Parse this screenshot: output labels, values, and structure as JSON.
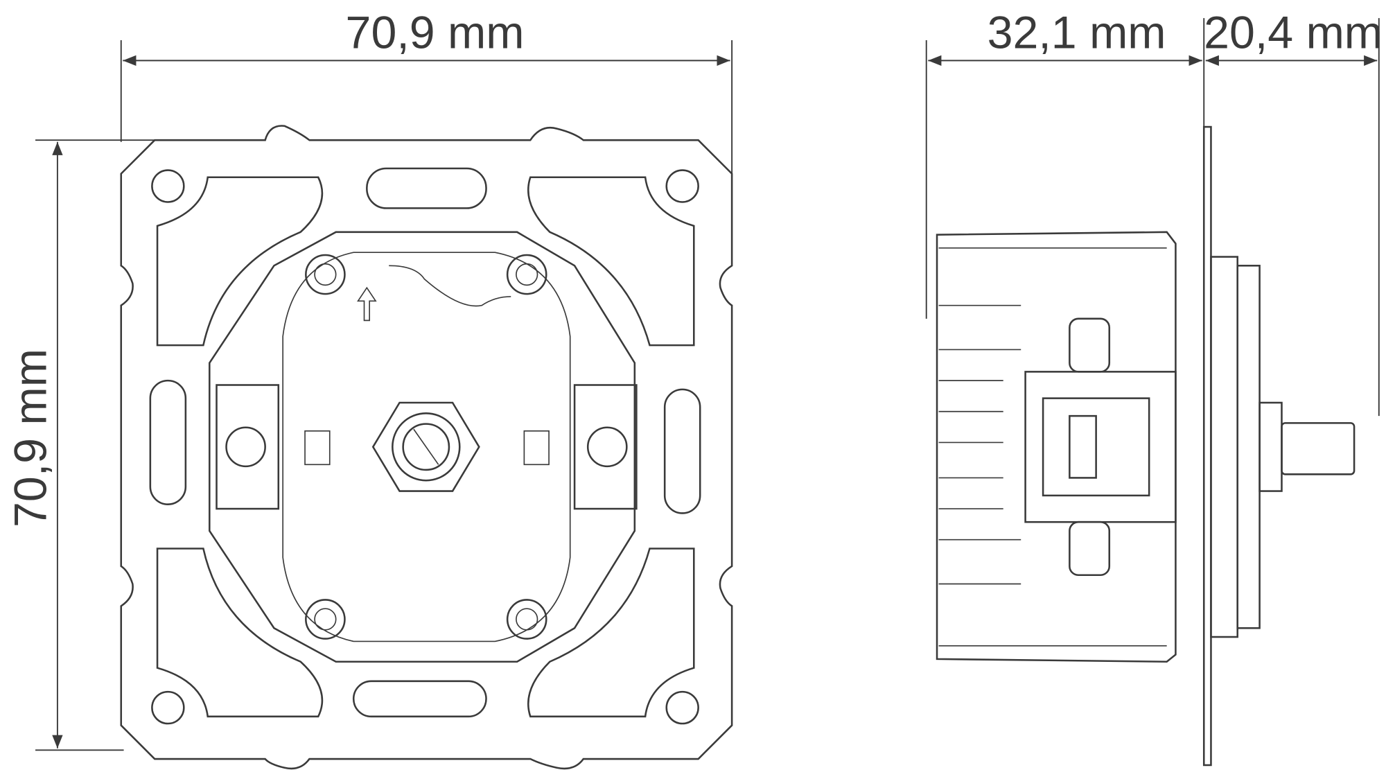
{
  "dimensions": {
    "front_width": "70,9 mm",
    "front_height": "70,9 mm",
    "side_depth": "32,1 mm",
    "side_protrusion": "20,4 mm"
  },
  "colors": {
    "line": "#3a3a3a",
    "background": "#ffffff"
  }
}
